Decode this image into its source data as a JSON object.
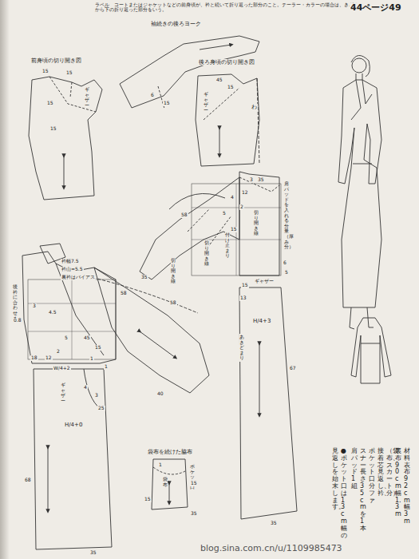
{
  "diagram": {
    "labels": [
      "ラペル　コートまたはジャケットなどの前身頃が、衿と続いて折り返った部分のこと。テーラー・カラーの場合は、きざみから下の折り返った部分をいう。",
      "44ページ49",
      "袖続きの後ろヨーク",
      "前身頃の切り開き図",
      "後ろ身頃の切り開き図",
      "15",
      "15",
      "ギャザー",
      "15",
      "15",
      "6",
      "15",
      "45",
      "15",
      "ギャザー",
      "わ",
      "3",
      "35",
      "12",
      "4",
      "2",
      "58",
      "5",
      "15",
      "肩パッドを入れる分量（厚み分）",
      "切り開き線",
      "付け止まり",
      "切り開き線",
      "切り開き線",
      "35",
      "15",
      "6",
      "5",
      "ギャザー",
      "13",
      "H/4+3",
      "あきどまり",
      "67",
      "35",
      "衿幅7.5",
      "衿山=5.5",
      "裏衿はバイアス",
      "後衿に合わせる",
      "58",
      "58",
      "3",
      "4.5",
      "0.8",
      "5",
      "45",
      "15",
      "18",
      "12",
      "2",
      "1",
      "W/4+2",
      "1",
      "ギャザー",
      "4",
      "3",
      "25",
      "40",
      "H/4+0",
      "68",
      "35",
      "袋布を続けた脇布",
      "ポケット口",
      "袋布",
      "1",
      "15",
      "15",
      "35",
      "材料　表布　92cm幅3m",
      "裏布　90cm幅1.3m",
      "（袋布、スカート分）",
      "接着芯　見返し、衿、",
      "ポケット口分　ファ",
      "スナー　長さ35cmを1本",
      "肩パッド　1組",
      "●ポケット口は13cm幅の",
      "見返しを始末します。",
      "blog.sina.com.cn/u/1109985473"
    ]
  }
}
